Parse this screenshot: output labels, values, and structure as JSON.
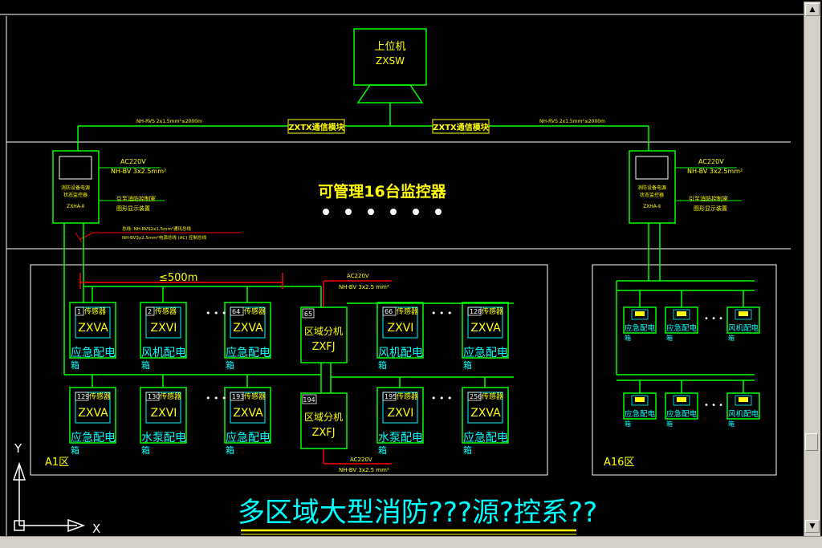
{
  "title": "多区域大型消防???源?控系??",
  "host": {
    "label": "上位机",
    "model": "ZXSW"
  },
  "comm_modules": {
    "left": "ZXTX通信模块",
    "right": "ZXTX通信模块"
  },
  "cables": {
    "left_top": "NH-RVS 2x1.5mm²≤2000m",
    "right_top": "NH-RVS 2x1.5mm²≤2000m",
    "left_power": "AC220V",
    "left_power2": "NH-BV 3x2.5mm²",
    "right_power": "AC220V",
    "right_power2": "NH-BV 3x2.5mm²",
    "left_fire": "引至消防控制室",
    "left_fire2": "图形显示装置",
    "right_fire": "引至消防控制室",
    "right_fire2": "图形显示装置",
    "red_note1": "总线: NH-RVS2x1.5mm²通讯总线",
    "red_note2": "NH-BV3x2.5mm²电源总线 (AC) 控制总线",
    "dist": "≤500m",
    "mid_power": "AC220V",
    "mid_power2": "NH-BV 3x2.5 mm²",
    "bot_power": "AC220V",
    "bot_power2": "NH-BV 3x2.5 mm²"
  },
  "monitor_left": {
    "line1": "消防设备电源",
    "line2": "状态监控器",
    "model": "ZXHA-Ⅱ"
  },
  "monitor_right": {
    "line1": "消防设备电源",
    "line2": "状态监控器",
    "model": "ZXHA-Ⅱ"
  },
  "headline": "可管理16台监控器",
  "zones": {
    "a1": "A1区",
    "a16": "A16区"
  },
  "sensors": {
    "row1": [
      {
        "num": "1",
        "tag": "传感器",
        "model": "ZXVA",
        "dev": "应急配电",
        "suffix": "箱"
      },
      {
        "num": "2",
        "tag": "传感器",
        "model": "ZXVI",
        "dev": "风机配电",
        "suffix": "箱"
      },
      {
        "num": "64",
        "tag": "传感器",
        "model": "ZXVA",
        "dev": "应急配电",
        "suffix": "箱"
      },
      {
        "num": "66",
        "tag": "传感器",
        "model": "ZXVI",
        "dev": "风机配电",
        "suffix": "箱"
      },
      {
        "num": "128",
        "tag": "传感器",
        "model": "ZXVA",
        "dev": "应急配电",
        "suffix": "箱"
      }
    ],
    "row2": [
      {
        "num": "129",
        "tag": "传感器",
        "model": "ZXVA",
        "dev": "应急配电",
        "suffix": "箱"
      },
      {
        "num": "130",
        "tag": "传感器",
        "model": "ZXVI",
        "dev": "水泵配电",
        "suffix": "箱"
      },
      {
        "num": "193",
        "tag": "传感器",
        "model": "ZXVA",
        "dev": "应急配电",
        "suffix": "箱"
      },
      {
        "num": "195",
        "tag": "传感器",
        "model": "ZXVI",
        "dev": "水泵配电",
        "suffix": "箱"
      },
      {
        "num": "256",
        "tag": "传感器",
        "model": "ZXVA",
        "dev": "应急配电",
        "suffix": "箱"
      }
    ]
  },
  "splitters": [
    {
      "num": "65",
      "label": "区域分机",
      "model": "ZXFJ"
    },
    {
      "num": "194",
      "label": "区域分机",
      "model": "ZXFJ"
    }
  ],
  "a16_devices": {
    "row1": [
      "应急配电",
      "应急配电",
      "风机配电"
    ],
    "row2": [
      "应急配电",
      "应急配电",
      "风机配电"
    ],
    "suffix": "箱"
  },
  "ellipsis": "• • •",
  "axes": {
    "y": "Y",
    "x": "X"
  },
  "colors": {
    "green": "#00ff00",
    "yellow": "#ffff00",
    "cyan": "#00ffff",
    "red": "#ff0000",
    "white": "#ffffff"
  }
}
